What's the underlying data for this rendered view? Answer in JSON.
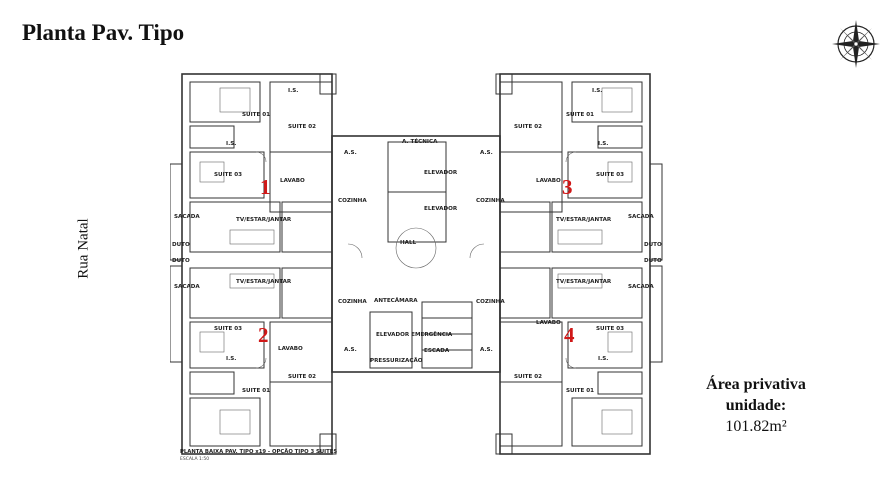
{
  "title": "Planta Pav. Tipo",
  "street": "Rua Natal",
  "area": {
    "line1": "Área privativa",
    "line2": "unidade:",
    "value": "101.82m²"
  },
  "caption": "PLANTA BAIXA PAV. TIPO x19 - OPÇÃO TIPO 3 SUITES",
  "scale": "ESCALA 1:50",
  "unit_numbers": [
    "1",
    "2",
    "3",
    "4"
  ],
  "rooms": {
    "is": "I.S.",
    "suite01": "SUITE 01",
    "suite02": "SUITE 02",
    "suite03": "SUITE 03",
    "lavabo": "LAVABO",
    "cozinha": "COZINHA",
    "as": "A.S.",
    "sacada": "SACADA",
    "tv": "TV/ESTAR/JANTAR",
    "duto": "DUTO",
    "atecnica": "A. TÉCNICA",
    "elevador": "ELEVADOR",
    "hall": "HALL",
    "antecamara": "ANTECÂMARA",
    "elev_emerg": "ELEVADOR EMERGÊNCIA",
    "pressurizacao": "PRESSURIZAÇÃO",
    "escada": "ESCADA"
  },
  "colors": {
    "wall": "#333333",
    "accent_red": "#d01818"
  }
}
